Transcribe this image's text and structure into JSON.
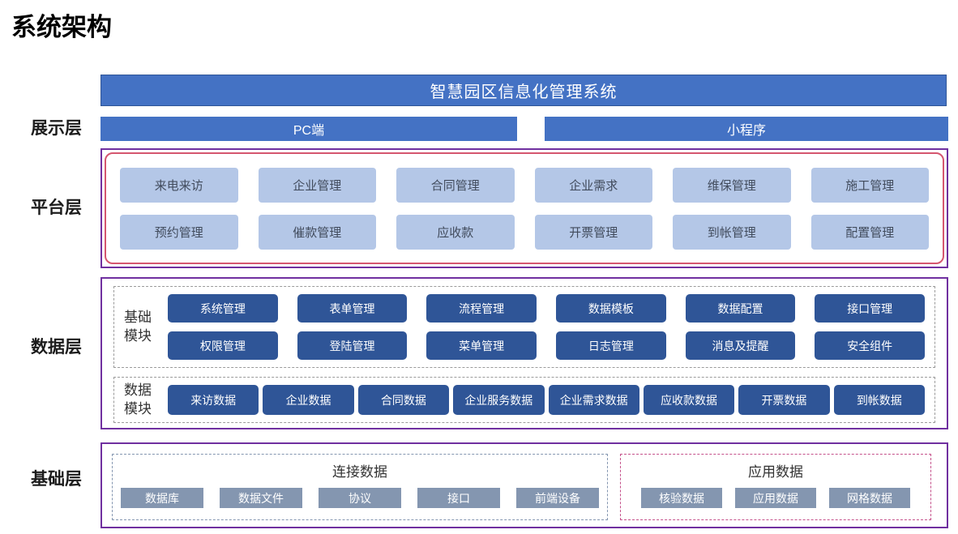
{
  "title": "系统架构",
  "banner": {
    "label": "智慧园区信息化管理系统"
  },
  "display_layer": {
    "label": "展示层",
    "items": [
      "PC端",
      "小程序"
    ]
  },
  "platform_layer": {
    "label": "平台层",
    "row1": [
      "来电来访",
      "企业管理",
      "合同管理",
      "企业需求",
      "维保管理",
      "施工管理"
    ],
    "row2": [
      "预约管理",
      "催款管理",
      "应收款",
      "开票管理",
      "到帐管理",
      "配置管理"
    ]
  },
  "data_layer": {
    "label": "数据层",
    "base_module": {
      "label": "基础模块",
      "row1": [
        "系统管理",
        "表单管理",
        "流程管理",
        "数据模板",
        "数据配置",
        "接口管理"
      ],
      "row2": [
        "权限管理",
        "登陆管理",
        "菜单管理",
        "日志管理",
        "消息及提醒",
        "安全组件"
      ]
    },
    "data_module": {
      "label": "数据模块",
      "items": [
        "来访数据",
        "企业数据",
        "合同数据",
        "企业服务数据",
        "企业需求数据",
        "应收款数据",
        "开票数据",
        "到帐数据"
      ]
    }
  },
  "base_layer": {
    "label": "基础层",
    "connection": {
      "label": "连接数据",
      "items": [
        "数据库",
        "数据文件",
        "协议",
        "接口",
        "前端设备"
      ]
    },
    "application": {
      "label": "应用数据",
      "items": [
        "核验数据",
        "应用数据",
        "网格数据"
      ]
    }
  },
  "colors": {
    "banner_blue": "#4472C4",
    "light_button": "#B4C7E7",
    "dark_button": "#2F5597",
    "gray_button": "#8496B0",
    "purple_border": "#7030A0",
    "rose_border": "#D5566F",
    "magenta_dash": "#C5518B",
    "bluegray_dash": "#8496B0",
    "gray_dash": "#9B9B9B"
  }
}
